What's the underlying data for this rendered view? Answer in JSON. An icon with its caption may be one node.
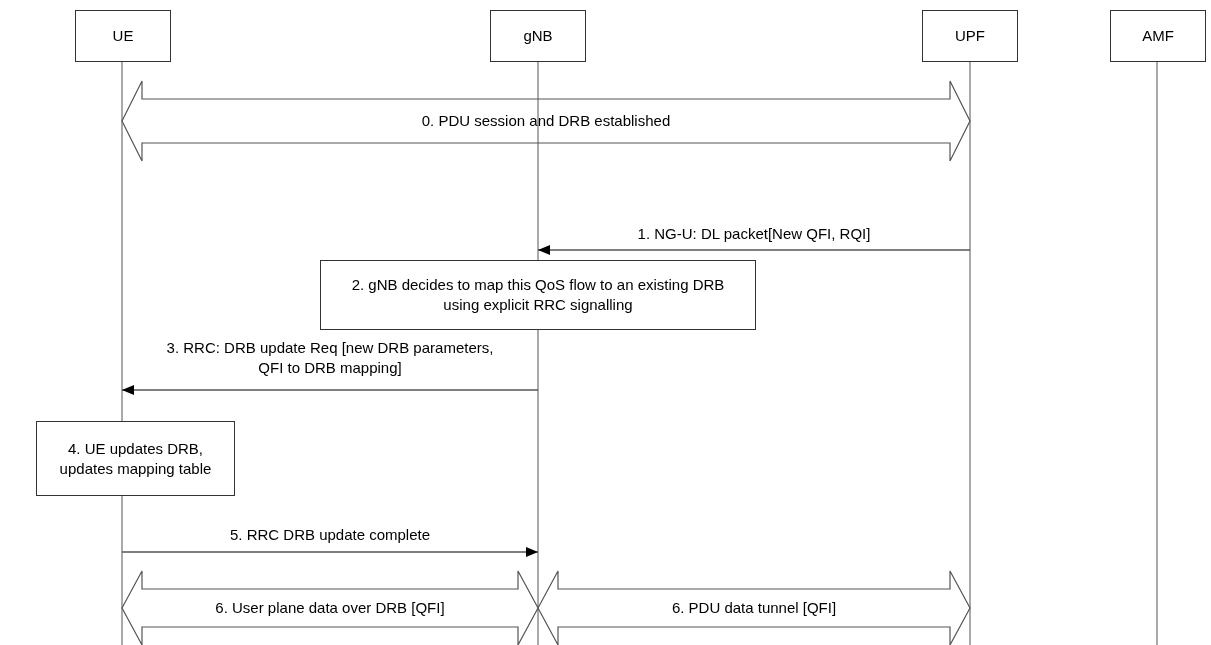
{
  "diagram": {
    "nodes": [
      {
        "text": [
          "UE"
        ]
      },
      {
        "text": [
          "gNB"
        ]
      },
      {
        "text": [
          "UPF"
        ]
      },
      {
        "text": [
          "AMF"
        ]
      },
      {
        "text": [
          "2. gNB decides to map this QoS flow to an existing DRB using explicit RRC signalling"
        ]
      },
      {
        "text": [
          "4. UE updates DRB, updates mapping table"
        ]
      }
    ],
    "edges": [
      {
        "from": 0,
        "to": 2,
        "arrow": "both",
        "label": "0. PDU session and DRB established",
        "style": "thick"
      },
      {
        "from": 2,
        "to": 1,
        "arrow": "to",
        "label": "1. NG-U: DL packet[New QFI, RQI]"
      },
      {
        "from": 1,
        "to": 0,
        "arrow": "to",
        "label": "3. RRC: DRB update Req [new DRB parameters, QFI to DRB mapping]"
      },
      {
        "from": 0,
        "to": 1,
        "arrow": "to",
        "label": "5. RRC DRB update complete"
      },
      {
        "from": 0,
        "to": 1,
        "arrow": "both",
        "label": "6. User plane data over DRB [QFI]",
        "style": "thick"
      },
      {
        "from": 1,
        "to": 2,
        "arrow": "both",
        "label": "6. PDU data tunnel [QFI]",
        "style": "thick"
      }
    ]
  }
}
